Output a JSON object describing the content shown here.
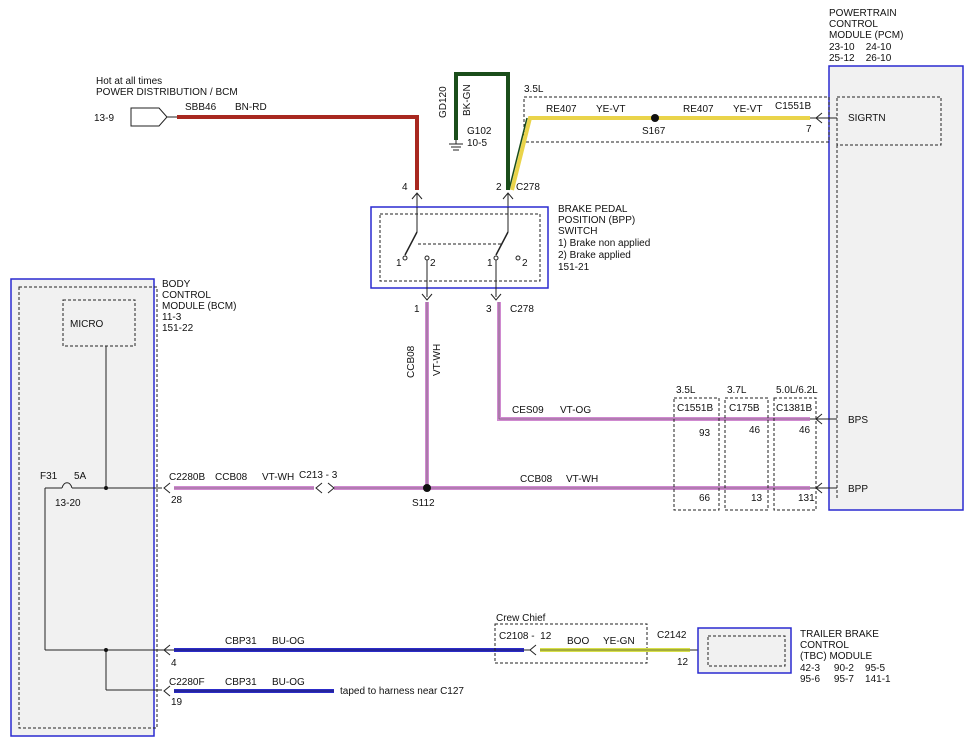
{
  "colors": {
    "bn_rd": "#a8281f",
    "bk_gn": "#1a4d1a",
    "ye_vt": "#ead44a",
    "vt_wh": "#d08ad0",
    "vt_og": "#d08ad0",
    "bu_og": "#2c2cc8",
    "ye_gn": "#d7e04a",
    "module_border": "#2a2ad0",
    "module_fill": "#f1f1f1"
  },
  "pcm": {
    "title_lines": [
      "POWERTRAIN",
      "CONTROL",
      "MODULE (PCM)"
    ],
    "refs_lines": [
      "23-10    24-10",
      "25-12    26-10"
    ],
    "pins": {
      "sigrtn": "SIGRTN",
      "bps": "BPS",
      "bpp": "BPP"
    }
  },
  "power": {
    "label1": "Hot at all times",
    "label2": "POWER DISTRIBUTION / BCM",
    "ref": "13-9",
    "circuit": "SBB46",
    "color": "BN-RD",
    "pin": "4"
  },
  "ground": {
    "circuit": "GD120",
    "color": "BK-GN",
    "name": "G102",
    "ref": "10-5"
  },
  "sigrtn_wire": {
    "variant": "3.5L",
    "circuit1": "RE407",
    "color1": "YE-VT",
    "splice": "S167",
    "circuit2": "RE407",
    "color2": "YE-VT",
    "connector": "C1551B",
    "pcm_pin": "7",
    "switch_pin": "2",
    "switch_connector": "C278"
  },
  "switch": {
    "title_lines": [
      "BRAKE PEDAL",
      "POSITION (BPP)",
      "SWITCH"
    ],
    "state1": "1) Brake non applied",
    "state2": "2) Brake applied",
    "ref": "151-21",
    "contact_left_1": "1",
    "contact_left_2": "2",
    "contact_right_1": "1",
    "contact_right_2": "2",
    "pin_bottom_left": "1",
    "pin_bottom_right": "3",
    "bottom_connector": "C278"
  },
  "bcm": {
    "title_lines": [
      "BODY",
      "CONTROL",
      "MODULE (BCM)"
    ],
    "refs": [
      "11-3",
      "151-22"
    ],
    "micro": "MICRO",
    "fuse": "F31",
    "fuse_rating": "5A",
    "fuse_ref": "13-20"
  },
  "bpp_wire": {
    "vertical_circuit": "CCB08",
    "vertical_color": "VT-WH",
    "splice": "S112",
    "left_connector": "C2280B",
    "left_pin": "28",
    "left_circuit": "CCB08",
    "left_color": "VT-WH",
    "inline_connector": "C213 - 3",
    "right_circuit": "CCB08",
    "right_color": "VT-WH"
  },
  "bps_wire": {
    "circuit": "CES09",
    "color": "VT-OG"
  },
  "variants": [
    {
      "engine": "3.5L",
      "connector": "C1551B",
      "bps_pin": "93",
      "bpp_pin": "66"
    },
    {
      "engine": "3.7L",
      "connector": "C175B",
      "bps_pin": "46",
      "bpp_pin": "13"
    },
    {
      "engine": "5.0L/6.2L",
      "connector": "C1381B",
      "bps_pin": "46",
      "bpp_pin": "131"
    }
  ],
  "crew_chief": {
    "label": "Crew Chief",
    "connector": "C2108 -  12",
    "circuit": "BOO",
    "color": "YE-GN"
  },
  "tbc": {
    "title_lines": [
      "TRAILER BRAKE",
      "CONTROL",
      "(TBC) MODULE"
    ],
    "refs_lines": [
      "42-3     90-2    95-5",
      "95-6     95-7    141-1"
    ],
    "connector": "C2142",
    "pin": "12"
  },
  "cbp_wire1": {
    "circuit": "CBP31",
    "color": "BU-OG",
    "pin": "4"
  },
  "cbp_wire2": {
    "connector": "C2280F",
    "circuit": "CBP31",
    "color": "BU-OG",
    "pin": "19",
    "note": "taped to harness near C127"
  }
}
